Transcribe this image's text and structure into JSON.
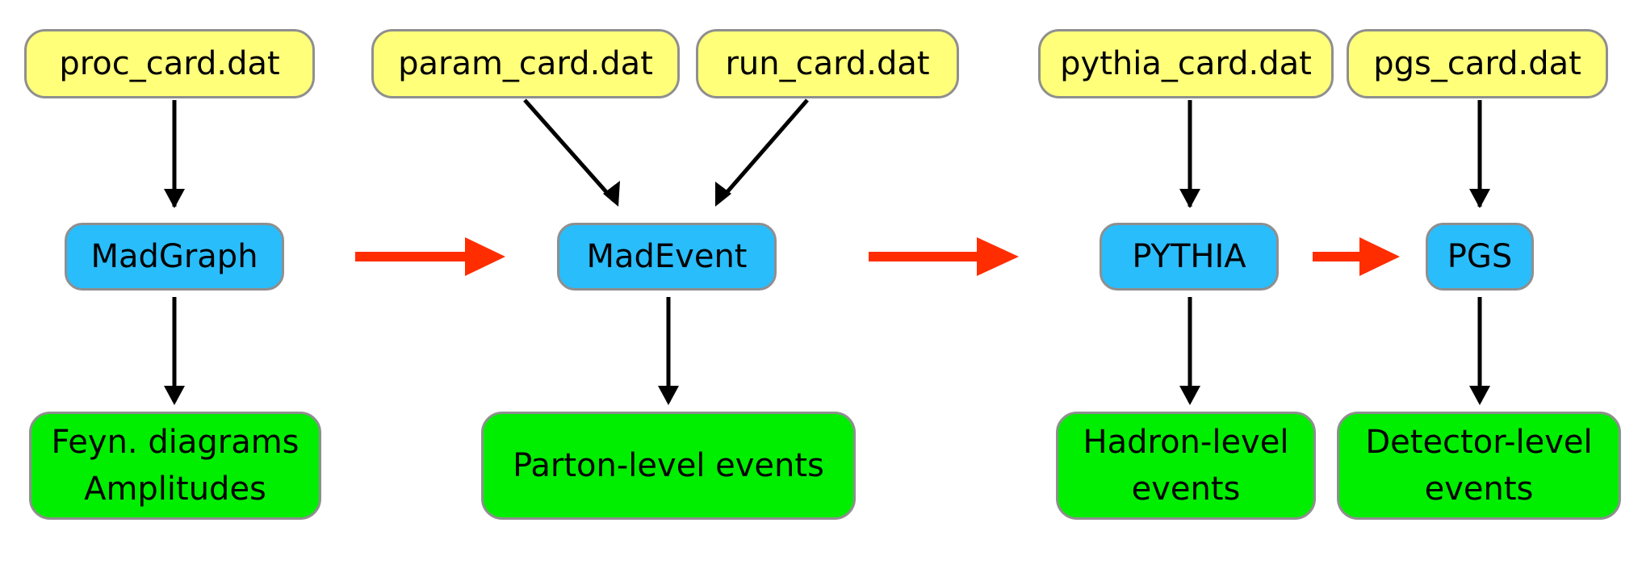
{
  "colors": {
    "card_fill": "#ffff7a",
    "program_fill": "#29bdfb",
    "output_fill": "#00ee00",
    "node_border": "#8f8f8f",
    "input_arrow": "#000000",
    "flow_arrow": "#ff2d00"
  },
  "cards": {
    "proc": "proc_card.dat",
    "param": "param_card.dat",
    "run": "run_card.dat",
    "pythia": "pythia_card.dat",
    "pgs": "pgs_card.dat"
  },
  "programs": {
    "madgraph": "MadGraph",
    "madevent": "MadEvent",
    "pythia": "PYTHIA",
    "pgs": "PGS"
  },
  "outputs": {
    "feynman": "Feyn. diagrams\nAmplitudes",
    "parton": "Parton-level events",
    "hadron": "Hadron-level\nevents",
    "detector": "Detector-level\nevents"
  },
  "edges": [
    {
      "from": "proc_card.dat",
      "to": "MadGraph",
      "kind": "input"
    },
    {
      "from": "param_card.dat",
      "to": "MadEvent",
      "kind": "input"
    },
    {
      "from": "run_card.dat",
      "to": "MadEvent",
      "kind": "input"
    },
    {
      "from": "pythia_card.dat",
      "to": "PYTHIA",
      "kind": "input"
    },
    {
      "from": "pgs_card.dat",
      "to": "PGS",
      "kind": "input"
    },
    {
      "from": "MadGraph",
      "to": "Feyn. diagrams Amplitudes",
      "kind": "output"
    },
    {
      "from": "MadEvent",
      "to": "Parton-level events",
      "kind": "output"
    },
    {
      "from": "PYTHIA",
      "to": "Hadron-level events",
      "kind": "output"
    },
    {
      "from": "PGS",
      "to": "Detector-level events",
      "kind": "output"
    },
    {
      "from": "MadGraph",
      "to": "MadEvent",
      "kind": "flow"
    },
    {
      "from": "MadEvent",
      "to": "PYTHIA",
      "kind": "flow"
    },
    {
      "from": "PYTHIA",
      "to": "PGS",
      "kind": "flow"
    }
  ]
}
